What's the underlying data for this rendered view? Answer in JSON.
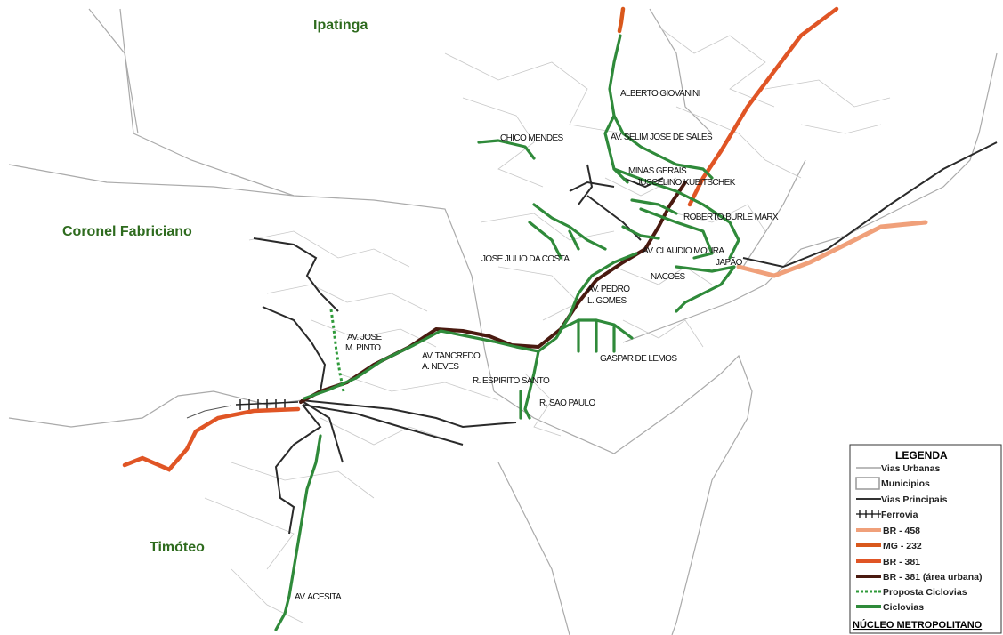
{
  "map": {
    "municipalities": {
      "ipatinga": "Ipatinga",
      "coronel_fabriciano": "Coronel Fabriciano",
      "timoteo": "Timóteo"
    },
    "streets": {
      "alberto_giovanini": "ALBERTO GIOVANINI",
      "selim_jose_de_sales": "AV. SELIM JOSE DE SALES",
      "chico_mendes": "CHICO MENDES",
      "minas_gerais": "MINAS GERAIS",
      "juscelino_kubitschek": "JUSCELINO KUBITSCHEK",
      "roberto_burle_marx": "ROBERTO BURLE MARX",
      "claudio_moura": "AV. CLAUDIO MOURA",
      "japao": "JAPÃO",
      "jose_julio_da_costa": "JOSE JULIO DA COSTA",
      "nacoes": "NACOES",
      "pedro_gomes_1": "AV. PEDRO",
      "pedro_gomes_2": "L. GOMES",
      "jose_pinto_1": "AV. JOSE",
      "jose_pinto_2": "M. PINTO",
      "tancredo_1": "AV. TANCREDO",
      "tancredo_2": "A. NEVES",
      "gaspar_de_lemos": "GASPAR DE LEMOS",
      "espirito_santo": "R. ESPIRITO SANTO",
      "sao_paulo": "R. SAO PAULO",
      "acesita": "AV. ACESITA"
    }
  },
  "legend": {
    "title": "LEGENDA",
    "items": [
      {
        "label": "Vias Urbanas",
        "symbol": "thin-line",
        "color": "#777777"
      },
      {
        "label": "Municipios",
        "symbol": "box",
        "color": "#999999"
      },
      {
        "label": "Vias Principais",
        "symbol": "line",
        "color": "#333333"
      },
      {
        "label": "Ferrovia",
        "symbol": "rail",
        "color": "#111111"
      },
      {
        "label": "BR - 458",
        "symbol": "thick-line",
        "color": "#f0a07a"
      },
      {
        "label": "MG - 232",
        "symbol": "thick-line",
        "color": "#d9581c"
      },
      {
        "label": "BR - 381",
        "symbol": "thick-line",
        "color": "#e05525"
      },
      {
        "label": "BR - 381 (área urbana)",
        "symbol": "thick-line",
        "color": "#4a1a10"
      },
      {
        "label": "Proposta Ciclovias",
        "symbol": "dashed-line",
        "color": "#2f9a3a"
      },
      {
        "label": "Ciclovias",
        "symbol": "thick-line",
        "color": "#2f8a3a"
      }
    ],
    "footer": "NÚCLEO METROPOLITANO"
  },
  "colors": {
    "municipality_label": "#2e6b1e",
    "ciclovia": "#2f8a3a",
    "br381": "#e05525",
    "br381_urban": "#4a1a10",
    "br458": "#f0a07a"
  }
}
